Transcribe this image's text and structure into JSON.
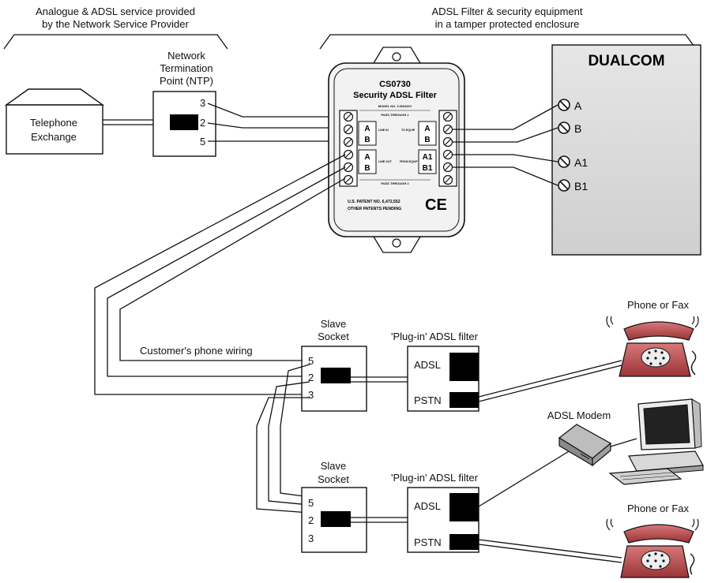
{
  "provider_header": {
    "line1": "Analogue & ADSL service provided",
    "line2": "by the Network Service Provider"
  },
  "enclosure_header": {
    "line1": "ADSL Filter & security equipment",
    "line2": "in a tamper protected enclosure"
  },
  "exchange": {
    "line1": "Telephone",
    "line2": "Exchange"
  },
  "ntp": {
    "title_line1": "Network",
    "title_line2": "Termination",
    "title_line3": "Point (NTP)",
    "pins": [
      "3",
      "2",
      "5"
    ]
  },
  "filter_unit": {
    "model_line1": "CS0730",
    "model_line2": "Security ADSL Filter",
    "model_no": "MODEL NO. Z-M0410V",
    "pass_top": "PASS THROUGH 1",
    "pass_mid": "PASS THROUGH 2",
    "line_in": "LINE IN",
    "line_out": "LINE OUT",
    "to_equip": "TO EQUIP",
    "from_equip": "FROM EQUIP",
    "left_labels": [
      "A",
      "B",
      "A",
      "B"
    ],
    "right_labels": [
      "A",
      "B",
      "A1",
      "B1"
    ],
    "patent_line1": "U.S. PATENT NO. 6,472,552",
    "patent_line2": "OTHER PATENTS PENDING",
    "ce_mark": "CE"
  },
  "dualcom": {
    "brand": "DUALCOM",
    "terminals": [
      "A",
      "B",
      "A1",
      "B1"
    ]
  },
  "customer_wiring_label": "Customer's phone wiring",
  "slave_socket_1": {
    "title_line1": "Slave",
    "title_line2": "Socket",
    "pins": [
      "5",
      "2",
      "3"
    ]
  },
  "slave_socket_2": {
    "title_line1": "Slave",
    "title_line2": "Socket",
    "pins": [
      "5",
      "2",
      "3"
    ]
  },
  "plugin_filter_1": {
    "title": "'Plug-in' ADSL filter",
    "port_adsl": "ADSL",
    "port_pstn": "PSTN"
  },
  "plugin_filter_2": {
    "title": "'Plug-in' ADSL filter",
    "port_adsl": "ADSL",
    "port_pstn": "PSTN"
  },
  "phone_1_label": "Phone or Fax",
  "phone_2_label": "Phone or Fax",
  "modem_label": "ADSL Modem",
  "colors": {
    "ink": "#111111",
    "dualcom_panel": "#d6d6d6",
    "phone_red": "#b4484a",
    "filter_body": "#f2f2f2"
  }
}
